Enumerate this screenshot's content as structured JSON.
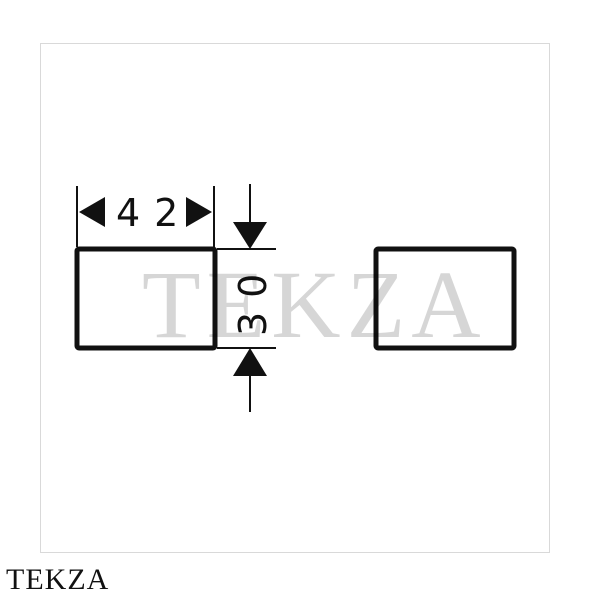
{
  "drawing": {
    "width_dimension": "42",
    "height_dimension": "30"
  },
  "watermark": {
    "text": "TEKZA"
  },
  "brand": {
    "text": "TEKZA"
  },
  "colors": {
    "line": "#111111",
    "frame_border": "#d9d9d9",
    "background": "#ffffff"
  }
}
